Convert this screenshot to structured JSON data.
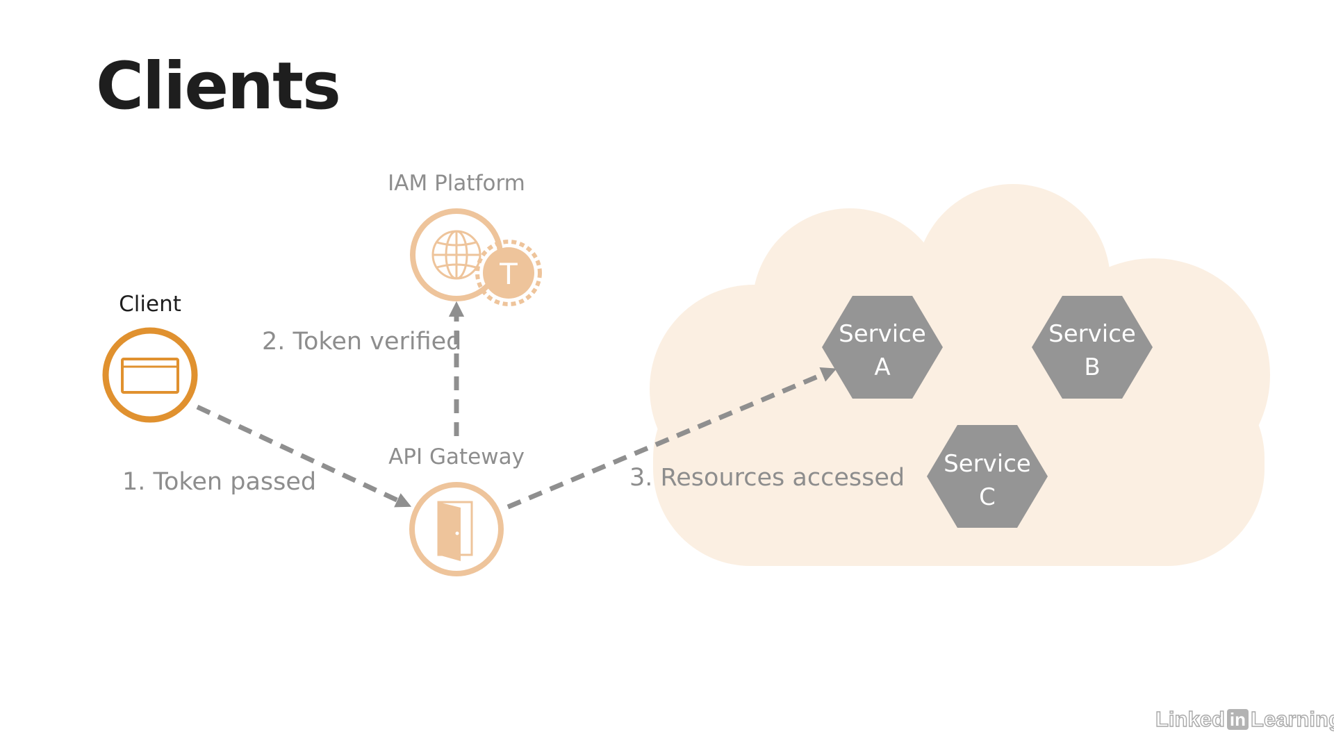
{
  "title": "Clients",
  "nodes": {
    "client": "Client",
    "iam": "IAM Platform",
    "gateway": "API Gateway",
    "token_badge": "T"
  },
  "steps": {
    "step1": "1. Token passed",
    "step2": "2. Token verified",
    "step3": "3. Resources accessed"
  },
  "services": [
    {
      "name": "Service",
      "letter": "A"
    },
    {
      "name": "Service",
      "letter": "B"
    },
    {
      "name": "Service",
      "letter": "C"
    }
  ],
  "logo": {
    "left": "Linked",
    "badge": "in",
    "right": "Learning"
  },
  "colors": {
    "client_orange": "#e0912f",
    "peach": "#eec49b",
    "cloud": "#fbefe2",
    "hexagon": "#959595",
    "arrow": "#8f8f8f",
    "title": "#1e1e1e"
  },
  "icons": [
    "browser-window-icon",
    "globe-icon",
    "token-badge-icon",
    "door-icon"
  ]
}
